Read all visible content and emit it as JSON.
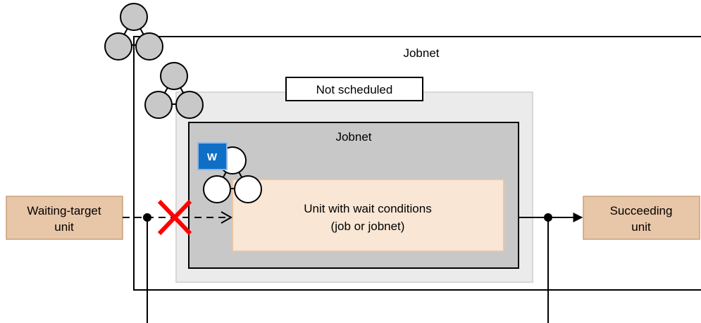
{
  "diagram": {
    "outer_jobnet_label": "Jobnet",
    "not_scheduled_label": "Not scheduled",
    "inner_jobnet_label": "Jobnet",
    "unit_label_line1": "Unit with wait conditions",
    "unit_label_line2": "(job or jobnet)",
    "waiting_target_line1": "Waiting-target",
    "waiting_target_line2": "unit",
    "succeeding_line1": "Succeeding",
    "succeeding_line2": "unit",
    "wait_badge": "W"
  },
  "colors": {
    "unit_box_fill": "#e8c6a8",
    "unit_box_stroke": "#c8a080",
    "not_scheduled_area": "#ebebeb",
    "inner_jobnet_fill": "#c8c8c8",
    "unit_inner_fill": "#f9e6d4",
    "wait_badge_fill": "#0f6fc6",
    "jobnet_icon_fill": "#c8c8c8",
    "cross_color": "#ff0000"
  },
  "icons": {
    "jobnet_icon": "jobnet-icon",
    "wait_badge_icon": "wait-condition-icon",
    "blocked_icon": "cross-icon"
  }
}
